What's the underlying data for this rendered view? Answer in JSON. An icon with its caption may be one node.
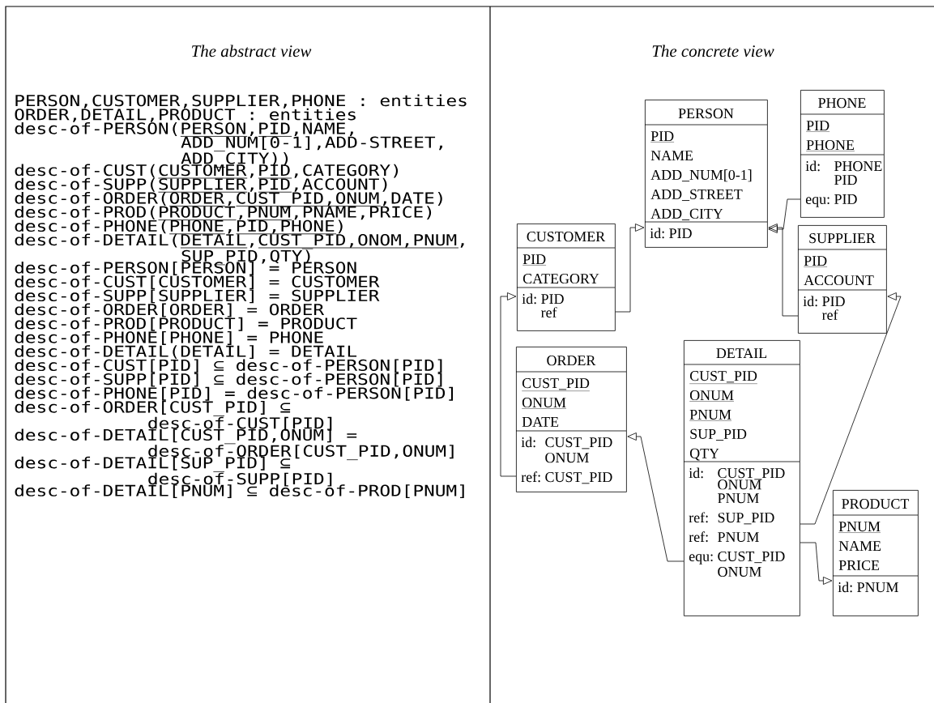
{
  "diagram": {
    "nodes": [
      {
        "text": [
          "PERSON",
          "PID",
          "NAME",
          "ADD_NUM[0-1]",
          "ADD_STREET",
          "ADD_CITY",
          "id:",
          "PID"
        ]
      },
      {
        "text": [
          "PHONE",
          "PID",
          "PHONE",
          "id:",
          "PHONE PID",
          "equ:",
          "PID"
        ]
      },
      {
        "text": [
          "CUSTOMER",
          "PID",
          "CATEGORY",
          "id:",
          "PID ref"
        ]
      },
      {
        "text": [
          "SUPPLIER",
          "PID",
          "ACCOUNT",
          "id:",
          "PID ref"
        ]
      },
      {
        "text": [
          "ORDER",
          "CUST_PID",
          "ONUM",
          "DATE",
          "id:",
          "CUST_PID ONUM",
          "ref:",
          "CUST_PID"
        ]
      },
      {
        "text": [
          "DETAIL",
          "CUST_PID",
          "ONUM",
          "PNUM",
          "SUP_PID",
          "QTY",
          "id:",
          "CUST_PID ONUM PNUM",
          "ref:",
          "SUP_PID",
          "ref:",
          "PNUM",
          "equ:",
          "CUST_PID ONUM"
        ]
      },
      {
        "text": [
          "PRODUCT",
          "PNUM",
          "NAME",
          "PRICE",
          "id:",
          "PNUM"
        ]
      }
    ],
    "edges": [
      {
        "from": 2,
        "to": 0,
        "arrow": "to"
      },
      {
        "from": 3,
        "to": 0,
        "arrow": "to"
      },
      {
        "from": 1,
        "to": 0,
        "arrow": "to"
      },
      {
        "from": 4,
        "to": 2,
        "arrow": "to"
      },
      {
        "from": 5,
        "to": 4,
        "arrow": "to"
      },
      {
        "from": 5,
        "to": 3,
        "arrow": "to"
      },
      {
        "from": 5,
        "to": 6,
        "arrow": "to"
      }
    ],
    "labels": [
      "The abstract view",
      "PERSON,CUSTOMER,SUPPLIER,PHONE : entities",
      "ORDER,DETAIL,PRODUCT : entities",
      "desc-of-PERSON(PERSON,PID,NAME, ADD_NUM[0-1],ADD-STREET, ADD_CITY))",
      "desc-of-CUST(CUSTOMER,PID,CATEGORY)",
      "desc-of-SUPP(SUPPLIER,PID,ACCOUNT)",
      "desc-of-ORDER(ORDER,CUST_PID,ONUM,DATE)",
      "desc-of-PROD(PRODUCT,PNUM,PNAME,PRICE)",
      "desc-of-PHONE(PHONE,PID,PHONE)",
      "desc-of-DETAIL(DETAIL,CUST_PID,ONOM,PNUM, SUP_PID,QTY)",
      "desc-of-PERSON[PERSON] = PERSON",
      "desc-of-CUST[CUSTOMER] = CUSTOMER",
      "desc-of-SUPP[SUPPLIER] = SUPPLIER",
      "desc-of-ORDER[ORDER] = ORDER",
      "desc-of-PROD[PRODUCT] = PRODUCT",
      "desc-of-PHONE[PHONE] = PHONE",
      "desc-of-DETAIL(DETAIL] = DETAIL",
      "desc-of-CUST[PID] ⊆ desc-of-PERSON[PID]",
      "desc-of-SUPP[PID] ⊆ desc-of-PERSON[PID]",
      "desc-of-PHONE[PID] = desc-of-PERSON[PID]",
      "desc-of-ORDER[CUST_PID] ⊆ desc-of-CUST[PID]",
      "desc-of-DETAIL[CUST_PID,ONUM] = desc-of-ORDER[CUST_PID,ONUM]",
      "desc-of-DETAIL[SUP_PID] ⊆ desc-of-SUPP[PID]",
      "desc-of-DETAIL[PNUM] ⊆ desc-of-PROD[PNUM]",
      "The concrete view"
    ]
  }
}
